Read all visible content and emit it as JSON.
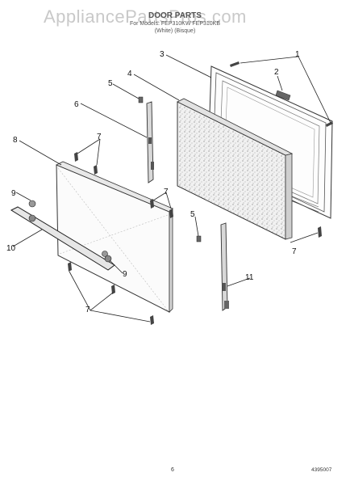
{
  "watermark": "AppliancePartsPros.com",
  "header": {
    "title": "DOOR PARTS",
    "models": "For Models: FEP310KW FEP310KB",
    "colors": "(White)   (Bisque)"
  },
  "footer": {
    "page_number": "6",
    "part_number": "4395007"
  },
  "callouts": [
    "1",
    "2",
    "3",
    "4",
    "5",
    "6",
    "7",
    "8",
    "9",
    "10",
    "11"
  ]
}
